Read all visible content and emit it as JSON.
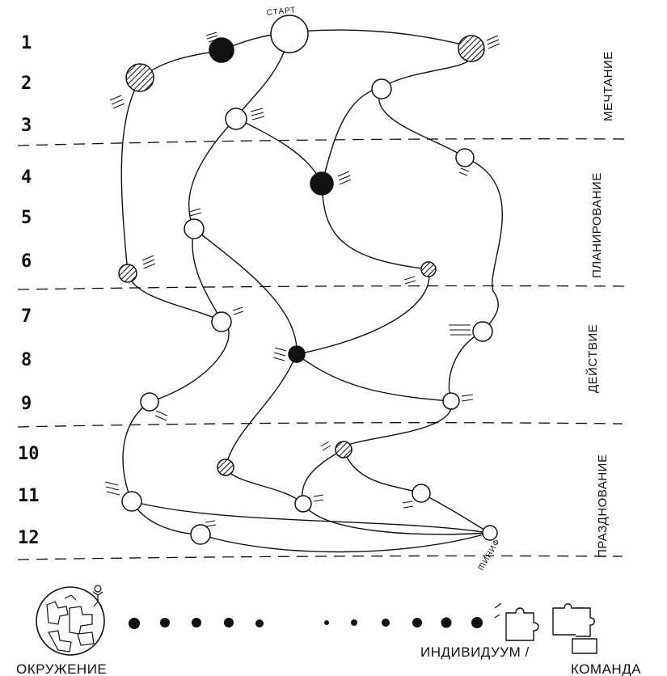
{
  "rows": [
    "1",
    "2",
    "3",
    "4",
    "5",
    "6",
    "7",
    "8",
    "9",
    "10",
    "11",
    "12"
  ],
  "phases": [
    "МЕЧТАНИЕ",
    "ПЛАНИРОВАНИЕ",
    "ДЕЙСТВИЕ",
    "ПРАЗДНОВАНИЕ"
  ],
  "start_label": "СТАРТ",
  "finish_label": "ФИНИШ",
  "environment_label": "ОКРУЖЕНИЕ",
  "individual_label": "ИНДИВИДУУМ /",
  "team_label": "КОМАНДА",
  "colors": {
    "ink": "#111111",
    "paper": "#ffffff"
  },
  "icons": [
    "globe-puzzle-icon",
    "puzzle-pieces-icon"
  ]
}
